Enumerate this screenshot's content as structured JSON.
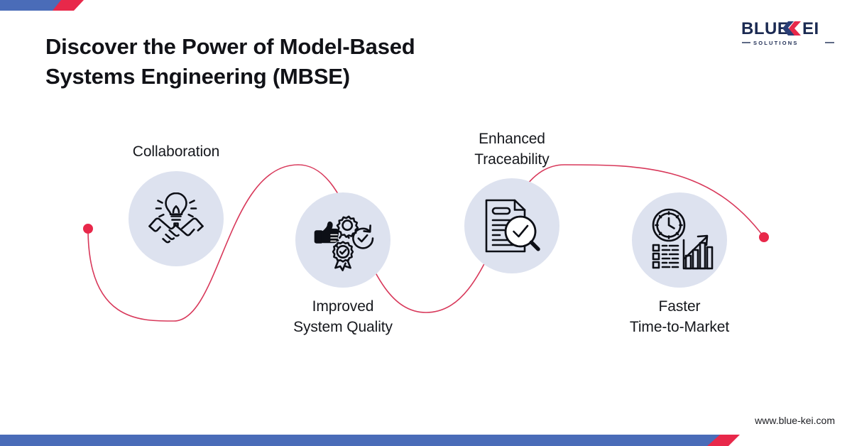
{
  "brand": {
    "logo_text_part1": "BLUE",
    "logo_text_part2": "EI",
    "logo_tagline": "S O L U T I O N S",
    "website": "www.blue-kei.com",
    "blue": "#4a6cb8",
    "red": "#e8284a",
    "circle_fill": "#dde2ef",
    "ink": "#16181d"
  },
  "headline": {
    "line1": "Discover the Power of Model-Based",
    "line2": "Systems Engineering (MBSE)"
  },
  "nodes": [
    {
      "id": "collaboration",
      "label": "Collaboration",
      "label_line1": "Collaboration",
      "label_line2": "",
      "position": "above",
      "icon": "handshake-lightbulb-icon"
    },
    {
      "id": "improved-system-quality",
      "label": "Improved System Quality",
      "label_line1": "Improved",
      "label_line2": "System Quality",
      "position": "below",
      "icon": "quality-badge-gear-thumbsup-icon"
    },
    {
      "id": "enhanced-traceability",
      "label": "Enhanced Traceability",
      "label_line1": "Enhanced",
      "label_line2": "Traceability",
      "position": "above",
      "icon": "document-magnifier-check-icon"
    },
    {
      "id": "faster-time-to-market",
      "label": "Faster Time-to-Market",
      "label_line1": "Faster",
      "label_line2": "Time-to-Market",
      "position": "below",
      "icon": "clock-growth-chart-icon"
    }
  ],
  "decorations": {
    "top_ribbon": "blue-bar-with-red-angled-tip",
    "bottom_ribbon": "blue-bar-with-red-angled-tip",
    "wave": "red-sinusoidal-connector",
    "wave_start_dot": "red-dot",
    "wave_end_dot": "red-dot"
  }
}
